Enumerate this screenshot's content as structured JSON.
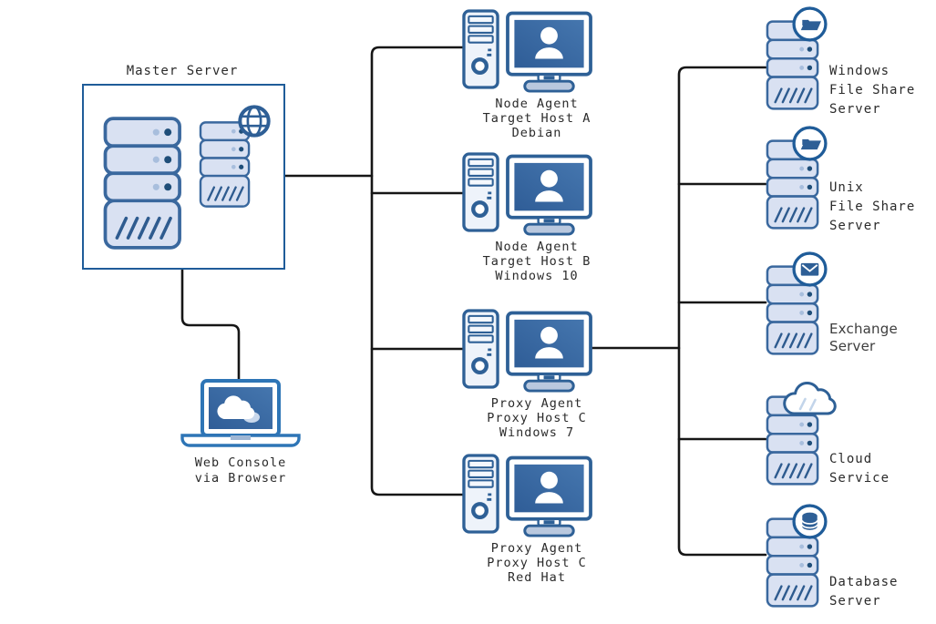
{
  "master": {
    "label": "Master Server"
  },
  "web_console": {
    "lines": [
      "Web Console",
      "via Browser"
    ]
  },
  "agents": [
    {
      "lines": [
        "Node Agent",
        "Target Host A",
        "Debian"
      ]
    },
    {
      "lines": [
        "Node Agent",
        "Target Host B",
        "Windows 10"
      ]
    },
    {
      "lines": [
        "Proxy Agent",
        "Proxy Host C",
        "Windows 7"
      ]
    },
    {
      "lines": [
        "Proxy Agent",
        "Proxy Host C",
        "Red Hat"
      ]
    }
  ],
  "servers": [
    {
      "lines": [
        "Windows",
        "File Share",
        "Server"
      ],
      "badge": "folder-icon"
    },
    {
      "lines": [
        "Unix",
        "File Share",
        "Server"
      ],
      "badge": "folder-icon"
    },
    {
      "lines": [
        "Exchange",
        "Server"
      ],
      "badge": "envelope-icon"
    },
    {
      "lines": [
        "Cloud",
        "Service"
      ],
      "badge": "cloud-icon"
    },
    {
      "lines": [
        "Database",
        "Server"
      ],
      "badge": "database-icon"
    }
  ],
  "colors": {
    "box_border": "#1f5c99",
    "icon_stroke": "#2e6096",
    "icon_fill": "#d9e1f2",
    "screen_fill": "#3a68a4",
    "wire": "#161616"
  }
}
